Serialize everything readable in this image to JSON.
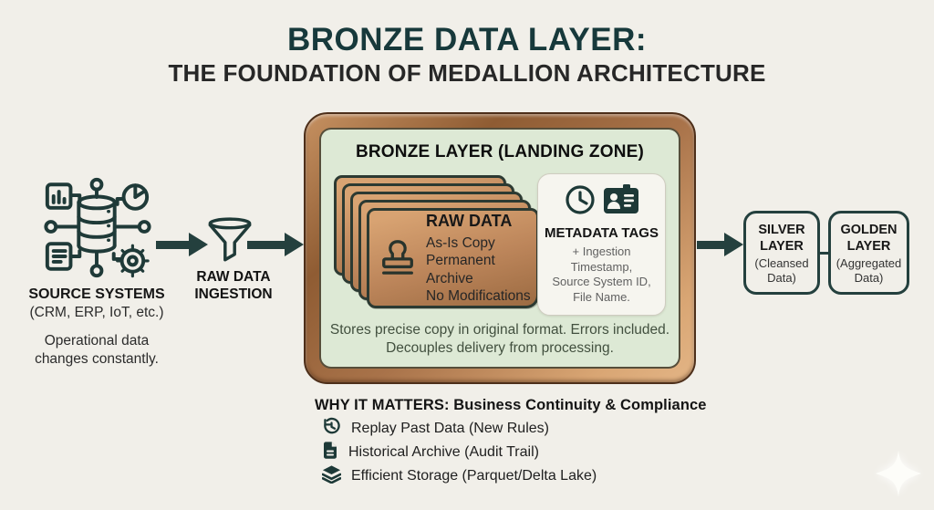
{
  "title": {
    "main": "BRONZE DATA LAYER:",
    "subtitle": "THE FOUNDATION OF MEDALLION ARCHITECTURE"
  },
  "source": {
    "label": "SOURCE SYSTEMS",
    "sublabel": "(CRM, ERP, IoT, etc.)",
    "note_line1": "Operational data",
    "note_line2": "changes constantly."
  },
  "ingestion": {
    "label_line1": "RAW DATA",
    "label_line2": "INGESTION"
  },
  "bronze": {
    "heading": "BRONZE LAYER (LANDING ZONE)",
    "card": {
      "title": "RAW DATA",
      "lines": [
        "As-Is Copy",
        "Permanent Archive",
        "No Modifications"
      ]
    },
    "metadata": {
      "title": "METADATA TAGS",
      "lines": [
        "+ Ingestion",
        "Timestamp,",
        "Source System ID,",
        "File Name."
      ]
    },
    "footer_line1": "Stores precise copy in original format. Errors included.",
    "footer_line2": "Decouples delivery from processing."
  },
  "silver": {
    "name_line1": "SILVER",
    "name_line2": "LAYER",
    "sub_line1": "(Cleansed",
    "sub_line2": "Data)"
  },
  "golden": {
    "name_line1": "GOLDEN",
    "name_line2": "LAYER",
    "sub_line1": "(Aggregated",
    "sub_line2": "Data)"
  },
  "why": {
    "heading": "WHY IT MATTERS: Business Continuity & Compliance",
    "items": [
      {
        "icon": "history-icon",
        "label": "Replay Past Data (New Rules)"
      },
      {
        "icon": "document-icon",
        "label": "Historical Archive (Audit Trail)"
      },
      {
        "icon": "layers-icon",
        "label": "Efficient Storage (Parquet/Delta Lake)"
      }
    ]
  },
  "colors": {
    "background": "#f1efe9",
    "teal": "#24403e",
    "title_teal": "#17393b",
    "panel_green": "#dde9d5",
    "bronze_light": "#d9a674",
    "bronze_dark": "#8f5c33",
    "card_bronze": "#bc855a"
  }
}
